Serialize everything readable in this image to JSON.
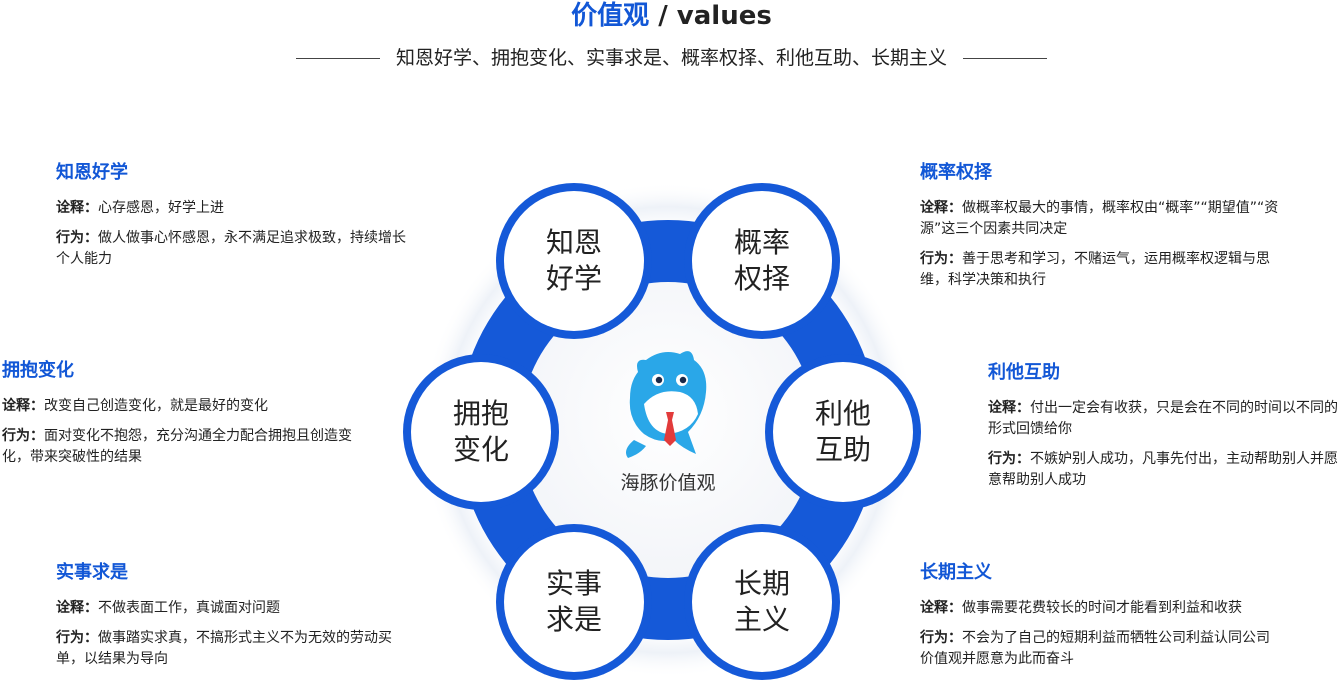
{
  "title": {
    "zh": "价值观",
    "sep": "/",
    "en": "values"
  },
  "subtitle": "知恩好学、拥抱变化、实事求是、概率权择、利他互助、长期主义",
  "center": {
    "label": "海豚价值观",
    "icon": "dolphin-mascot-icon"
  },
  "colors": {
    "accent": "#1257d6",
    "ring": "#1559d8",
    "text": "#222222"
  },
  "nodes": {
    "zhien": {
      "line1": "知恩",
      "line2": "好学"
    },
    "gailv": {
      "line1": "概率",
      "line2": "权择"
    },
    "yongbao": {
      "line1": "拥抱",
      "line2": "变化"
    },
    "lita": {
      "line1": "利他",
      "line2": "互助"
    },
    "shishi": {
      "line1": "实事",
      "line2": "求是"
    },
    "changqi": {
      "line1": "长期",
      "line2": "主义"
    }
  },
  "descriptions": {
    "zhien": {
      "title": "知恩好学",
      "interp_label": "诠释：",
      "interp": "心存感恩，好学上进",
      "act_label": "行为：",
      "act": "做人做事心怀感恩，永不满足追求极致，持续增长个人能力"
    },
    "yongbao": {
      "title": "拥抱变化",
      "interp_label": "诠释：",
      "interp": "改变自己创造变化，就是最好的变化",
      "act_label": "行为：",
      "act": "面对变化不抱怨，充分沟通全力配合拥抱且创造变化，带来突破性的结果"
    },
    "shishi": {
      "title": "实事求是",
      "interp_label": "诠释：",
      "interp": "不做表面工作，真诚面对问题",
      "act_label": "行为：",
      "act": "做事踏实求真，不搞形式主义不为无效的劳动买单，以结果为导向"
    },
    "gailv": {
      "title": "概率权择",
      "interp_label": "诠释：",
      "interp": "做概率权最大的事情，概率权由“概率”“期望值”“资源”这三个因素共同决定",
      "act_label": "行为：",
      "act": "善于思考和学习，不赌运气，运用概率权逻辑与思维，科学决策和执行"
    },
    "lita": {
      "title": "利他互助",
      "interp_label": "诠释：",
      "interp": "付出一定会有收获，只是会在不同的时间以不同的形式回馈给你",
      "act_label": "行为：",
      "act": "不嫉妒别人成功，凡事先付出，主动帮助别人并愿意帮助别人成功"
    },
    "changqi": {
      "title": "长期主义",
      "interp_label": "诠释：",
      "interp": "做事需要花费较长的时间才能看到利益和收获",
      "act_label": "行为：",
      "act": "不会为了自己的短期利益而牺牲公司利益认同公司价值观并愿意为此而奋斗"
    }
  }
}
